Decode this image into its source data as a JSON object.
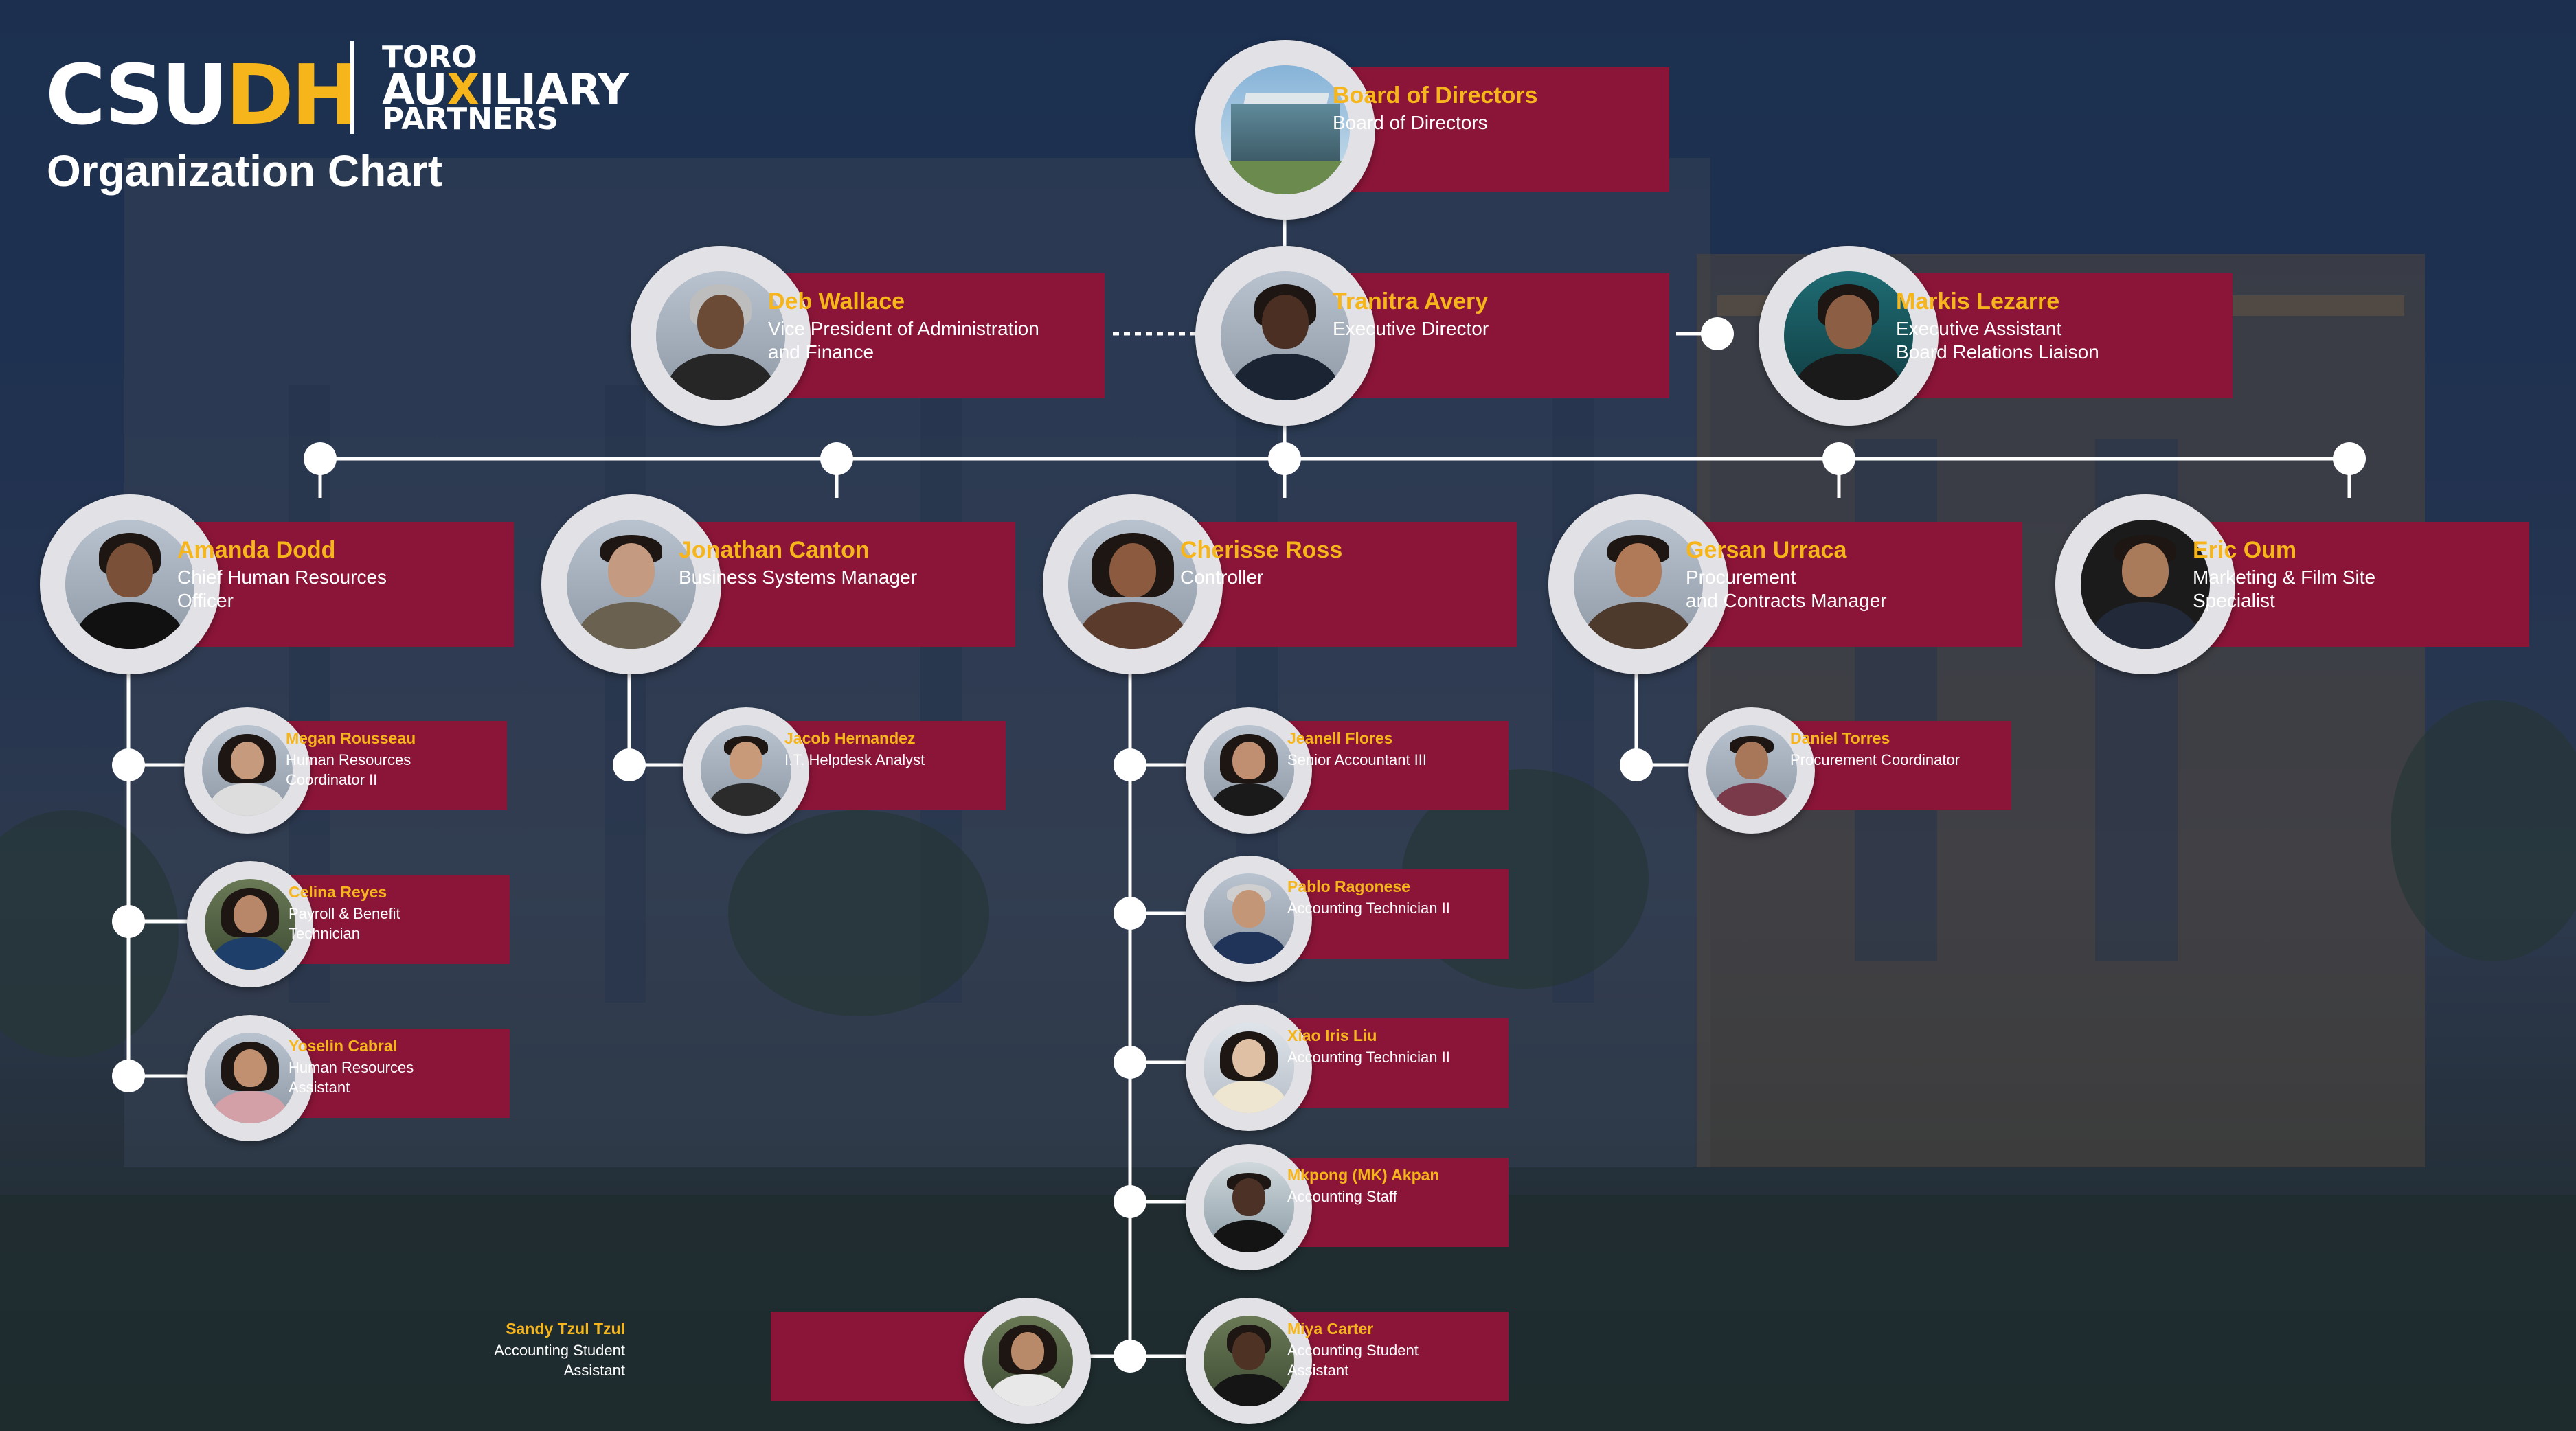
{
  "branding": {
    "logo_primary": "CSU",
    "logo_accent": "DH",
    "partner_line1": "TORO",
    "partner_line2_a": "AU",
    "partner_line2_x": "X",
    "partner_line2_b": "ILIARY",
    "partner_line3": "PARTNERS"
  },
  "page_title": "Organization Chart",
  "colors": {
    "card": "#8b1538",
    "name_text": "#f5b51b",
    "role_text": "#ffffff",
    "connector": "#ffffff",
    "accent_gold": "#f5b51b",
    "background": "#1f3558"
  },
  "people": {
    "board": {
      "name": "Board of Directors",
      "role": "Board of Directors"
    },
    "deb": {
      "name": "Deb Wallace",
      "role": "Vice President of Administration\nand Finance"
    },
    "tranitra": {
      "name": "Tranitra Avery",
      "role": "Executive Director"
    },
    "markis": {
      "name": "Markis Lezarre",
      "role": "Executive Assistant\nBoard Relations Liaison"
    },
    "amanda": {
      "name": "Amanda Dodd",
      "role": "Chief Human Resources\nOfficer"
    },
    "jonathan": {
      "name": "Jonathan Canton",
      "role": "Business Systems Manager"
    },
    "cherisse": {
      "name": "Cherisse Ross",
      "role": "Controller"
    },
    "gersan": {
      "name": "Gersan Urraca",
      "role": "Procurement\nand Contracts Manager"
    },
    "eric": {
      "name": "Eric Oum",
      "role": "Marketing & Film Site\nSpecialist"
    },
    "megan": {
      "name": "Megan Rousseau",
      "role": "Human Resources\nCoordinator II"
    },
    "celina": {
      "name": "Celina Reyes",
      "role": "Payroll & Benefit\nTechnician"
    },
    "yoselin": {
      "name": "Yoselin Cabral",
      "role": "Human Resources\nAssistant"
    },
    "jacob": {
      "name": "Jacob Hernandez",
      "role": "I.T. Helpdesk Analyst"
    },
    "jeanell": {
      "name": "Jeanell Flores",
      "role": "Senior Accountant III"
    },
    "pablo": {
      "name": "Pablo Ragonese",
      "role": "Accounting Technician II"
    },
    "xiao": {
      "name": "Xiao Iris Liu",
      "role": "Accounting Technician II"
    },
    "mkpong": {
      "name": "Mkpong (MK) Akpan",
      "role": "Accounting Staff"
    },
    "sandy": {
      "name": "Sandy Tzul Tzul",
      "role": "Accounting Student\nAssistant"
    },
    "miya": {
      "name": "Miya Carter",
      "role": "Accounting Student\nAssistant"
    },
    "daniel": {
      "name": "Daniel Torres",
      "role": "Procurement Coordinator"
    }
  }
}
